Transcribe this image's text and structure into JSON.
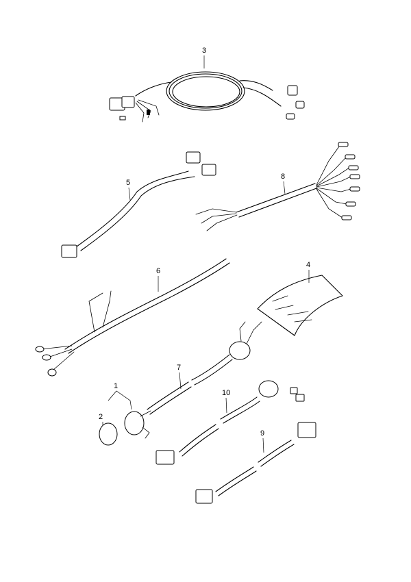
{
  "callouts": {
    "p1": "1",
    "p2": "2",
    "p3": "3",
    "p4": "4",
    "p5": "5",
    "p6": "6",
    "p7": "7",
    "p8": "8",
    "p9": "9",
    "p10": "10"
  }
}
